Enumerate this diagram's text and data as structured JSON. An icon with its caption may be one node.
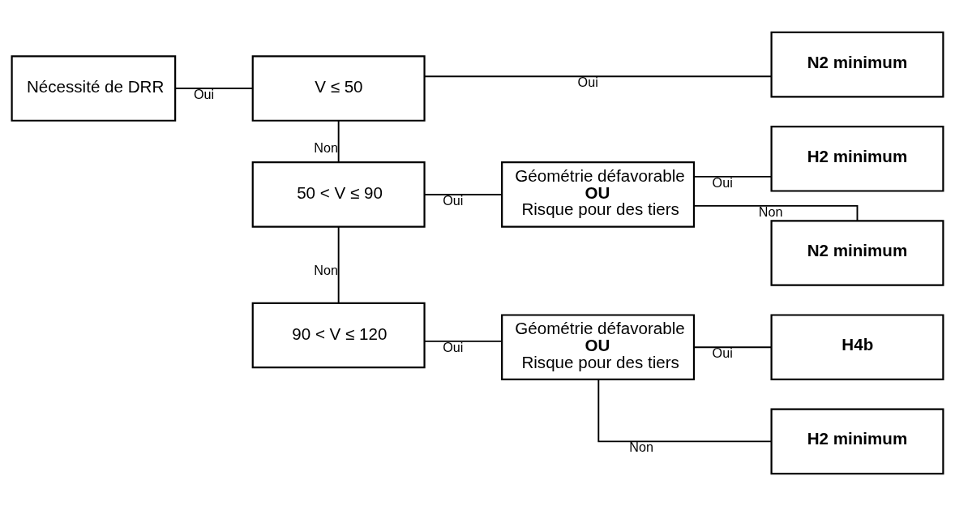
{
  "diagram": {
    "nodes": [
      {
        "text": [
          "Nécessité de DRR"
        ]
      },
      {
        "text": [
          "V ≤ 50"
        ]
      },
      {
        "text": [
          "N2 minimum"
        ]
      },
      {
        "text": [
          "50 < V ≤ 90"
        ]
      },
      {
        "text": [
          "Géométrie défavorable",
          "OU",
          "Risque pour des tiers"
        ]
      },
      {
        "text": [
          "H2 minimum"
        ]
      },
      {
        "text": [
          "N2 minimum"
        ]
      },
      {
        "text": [
          "90 < V ≤ 120"
        ]
      },
      {
        "text": [
          "Géométrie défavorable",
          "OU",
          "Risque pour des tiers"
        ]
      },
      {
        "text": [
          "H4b"
        ]
      },
      {
        "text": [
          "H2 minimum"
        ]
      }
    ],
    "edges": [
      {
        "from": 0,
        "to": 1,
        "arrow": "none",
        "label": "Oui"
      },
      {
        "from": 1,
        "to": 2,
        "arrow": "none",
        "label": "Oui"
      },
      {
        "from": 1,
        "to": 3,
        "arrow": "none",
        "label": "Non"
      },
      {
        "from": 3,
        "to": 4,
        "arrow": "none",
        "label": "Oui"
      },
      {
        "from": 4,
        "to": 5,
        "arrow": "none",
        "label": "Oui"
      },
      {
        "from": 4,
        "to": 6,
        "arrow": "none",
        "label": "Non"
      },
      {
        "from": 3,
        "to": 7,
        "arrow": "none",
        "label": "Non"
      },
      {
        "from": 7,
        "to": 8,
        "arrow": "none",
        "label": "Oui"
      },
      {
        "from": 8,
        "to": 9,
        "arrow": "none",
        "label": "Oui"
      },
      {
        "from": 8,
        "to": 10,
        "arrow": "none",
        "label": "Non"
      }
    ]
  }
}
